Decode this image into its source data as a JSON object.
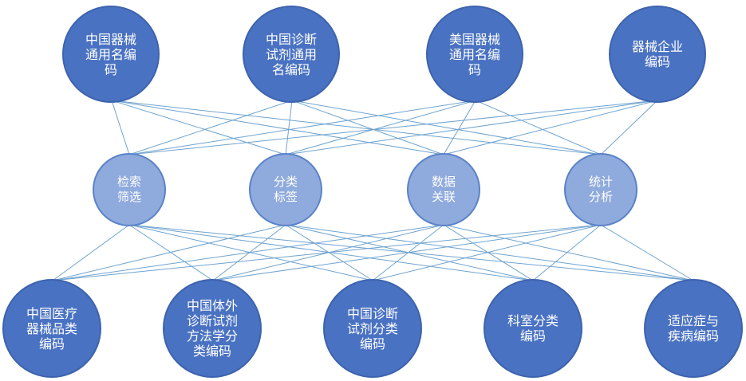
{
  "top_nodes": [
    {
      "id": "cn-device-generic",
      "label": "中国器械\n通用名编\n码"
    },
    {
      "id": "cn-ivd-generic",
      "label": "中国诊断\n试剂通用\n名编码"
    },
    {
      "id": "us-device-generic",
      "label": "美国器械\n通用名编\n码"
    },
    {
      "id": "device-company",
      "label": "器械企业\n编码"
    }
  ],
  "middle_nodes": [
    {
      "id": "search-filter",
      "label": "检索\n筛选"
    },
    {
      "id": "classify-tag",
      "label": "分类\n标签"
    },
    {
      "id": "data-link",
      "label": "数据\n关联"
    },
    {
      "id": "stat-analysis",
      "label": "统计\n分析"
    }
  ],
  "bottom_nodes": [
    {
      "id": "cn-device-category",
      "label": "中国医疗\n器械品类\n编码"
    },
    {
      "id": "cn-ivd-method",
      "label": "中国体外\n诊断试剂\n方法学分\n类编码"
    },
    {
      "id": "cn-ivd-category",
      "label": "中国诊断\n试剂分类\n编码"
    },
    {
      "id": "dept-category",
      "label": "科室分类\n编码"
    },
    {
      "id": "indication-disease",
      "label": "适应症与\n疾病编码"
    }
  ],
  "colors": {
    "big_node_fill": "#4a72c2",
    "small_node_fill": "#8faadc",
    "connector": "#6fa3cf",
    "text": "#ffffff"
  }
}
